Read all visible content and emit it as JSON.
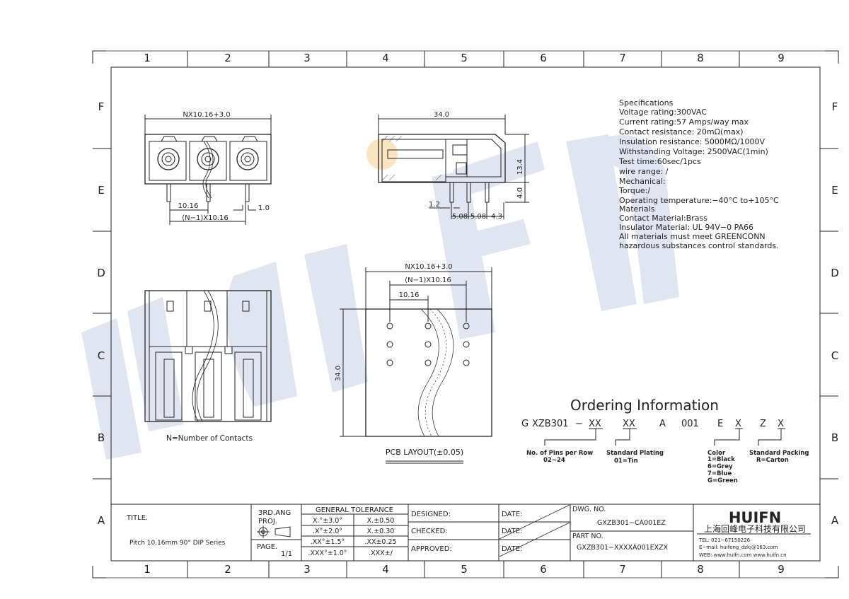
{
  "frame": {
    "columns": [
      "1",
      "2",
      "3",
      "4",
      "5",
      "6",
      "7",
      "8",
      "9"
    ],
    "rows": [
      "F",
      "E",
      "D",
      "C",
      "B",
      "A"
    ]
  },
  "watermark": "HUIFN",
  "front_view": {
    "dim_total": "NX10.16+3.0",
    "dim_pitch": "10.16",
    "dim_span": "(N−1)X10.16",
    "dim_pin": "1.0"
  },
  "side_view": {
    "dim_length": "34.0",
    "dim_height": "13.4",
    "dim_pin_len": "4.0",
    "dim_pin_w": "1.2",
    "dim_a": "5.08",
    "dim_b": "5.08",
    "dim_c": "4.3"
  },
  "top_view": {
    "note": "N=Number of Contacts"
  },
  "pcb_layout": {
    "dim_total": "NX10.16+3.0",
    "dim_span": "(N−1)X10.16",
    "dim_pitch": "10.16",
    "dim_depth": "34.0",
    "caption": "PCB LAYOUT(±0.05)"
  },
  "specifications": [
    "Specifications",
    "Voltage rating:300VAC",
    "Current rating:57 Amps/way max",
    "Contact resistance: 20mΩ(max)",
    "Insulation resistance: 5000MΩ/1000V",
    "Withstanding Voltage: 2500VAC(1min)",
    "Test time:60sec/1pcs",
    "wire range: /",
    "Mechanical:",
    "Torque:/",
    "Operating temperature:−40°C to+105°C",
    "Materials",
    "Contact Material:Brass",
    "Insulator Material: UL 94V−0 PA66",
    "All materials must meet GREENCONN",
    "hazardous substances control standards."
  ],
  "ordering": {
    "title": "Ordering Information",
    "parts": [
      "G",
      "XZB301",
      "−",
      "XX",
      "XX",
      "A",
      "001",
      "E",
      "X",
      "Z",
      "X"
    ],
    "pins_label": "No. of Pins per Row",
    "pins_range": "02~24",
    "plating_label": "Standard Plating",
    "plating_value": "01=Tin",
    "color_label": "Color",
    "color_values": [
      "1=Black",
      "6=Grey",
      "7=Blue",
      "G=Green"
    ],
    "packing_label": "Standard Packing",
    "packing_value": "R=Carton"
  },
  "title_block": {
    "title_label": "TITLE.",
    "title_value": "Pitch 10.16mm 90° DIP Series",
    "proj_label1": "3RD.ANG",
    "proj_label2": "PROJ.",
    "page_label": "PAGE.",
    "page_value": "1/1",
    "tolerance_title": "GENERAL TOLERANCE",
    "tolerances": [
      [
        "X.°±3.0°",
        "X.±0.50"
      ],
      [
        ".X°±2.0°",
        "X.±0.30"
      ],
      [
        ".XX°±1.5°",
        ".XX±0.25"
      ],
      [
        ".XXX°±1.0°",
        ".XXX±/"
      ]
    ],
    "designed": "DESIGNED:",
    "checked": "CHECKED:",
    "approved": "APPROVED:",
    "date": "DATE:",
    "dwg_no_label": "DWG. NO.",
    "dwg_no": "GXZB301−CA001EZ",
    "part_no_label": "PART NO.",
    "part_no": "GXZB301−XXXXA001EXZX",
    "brand": "HUIFN",
    "company": "上海回峰电子科技有限公司",
    "tel": "TEL: 021−67150226",
    "email": "E−mail: huifeng_dzkj@163.com",
    "web": "WEB: www.huifn.com   www.huifn.cn"
  }
}
